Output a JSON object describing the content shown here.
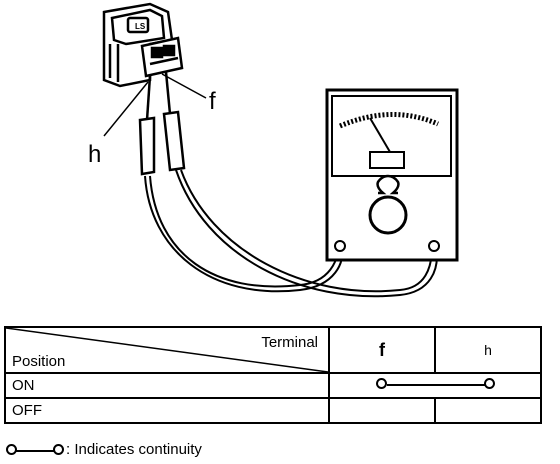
{
  "diagram": {
    "callout_f": "f",
    "callout_h": "h"
  },
  "table": {
    "header_terminal": "Terminal",
    "header_position": "Position",
    "terminals": [
      "f",
      "h"
    ],
    "rows": [
      {
        "position": "ON",
        "continuity": true
      },
      {
        "position": "OFF",
        "continuity": false
      }
    ]
  },
  "legend": {
    "text": ": Indicates continuity"
  }
}
